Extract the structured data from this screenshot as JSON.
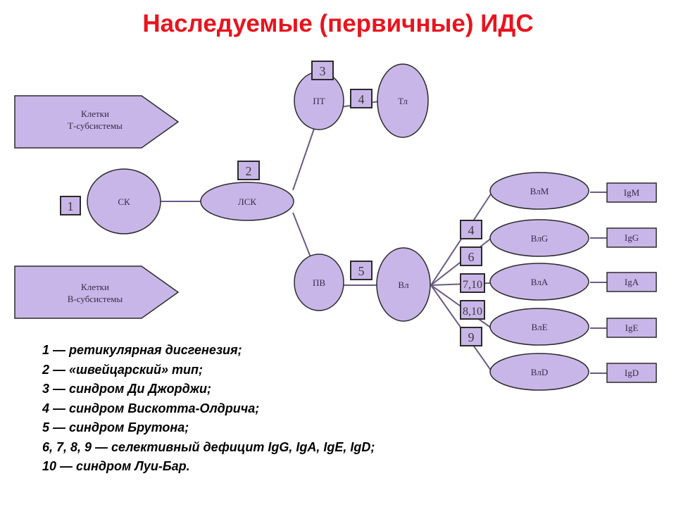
{
  "title": "Наследуемые (первичные) ИДС",
  "colors": {
    "title": "#e8141e",
    "node_fill": "#c9b6e8",
    "node_stroke": "#2b2b2b",
    "line": "#6a5a86"
  },
  "diagram": {
    "t_subsystem": {
      "line1": "Клетки",
      "line2": "Т-субсистемы"
    },
    "b_subsystem": {
      "line1": "Клетки",
      "line2": "В-субсистемы"
    },
    "nodes": {
      "sk": "СК",
      "lsk": "ЛСК",
      "pt": "ПТ",
      "tl": "Тл",
      "pv": "ПВ",
      "bl": "Вл",
      "bm": "ВлМ",
      "bg": "ВлG",
      "ba": "ВлА",
      "be": "ВлЕ",
      "bd": "ВлD"
    },
    "outputs": {
      "igm": "IgM",
      "igg": "IgG",
      "iga": "IgA",
      "ige": "IgE",
      "igd": "IgD"
    },
    "numbers": {
      "n1": "1",
      "n2": "2",
      "n3": "3",
      "n4_top": "4",
      "n5": "5",
      "n4": "4",
      "n6": "6",
      "n7_10": "7,10",
      "n8_10": "8,10",
      "n9": "9"
    }
  },
  "legend": [
    "1 — ретикулярная дисгенезия;",
    "2 — «швейцарский» тип;",
    "3 — синдром Ди Джорджи;",
    "4 — синдром Вискотта-Олдрича;",
    "5 — синдром Брутона;",
    "6, 7, 8, 9 — селективный дефицит IgG, IgA, IgE, IgD;",
    "10 — синдром Луи-Бар."
  ]
}
